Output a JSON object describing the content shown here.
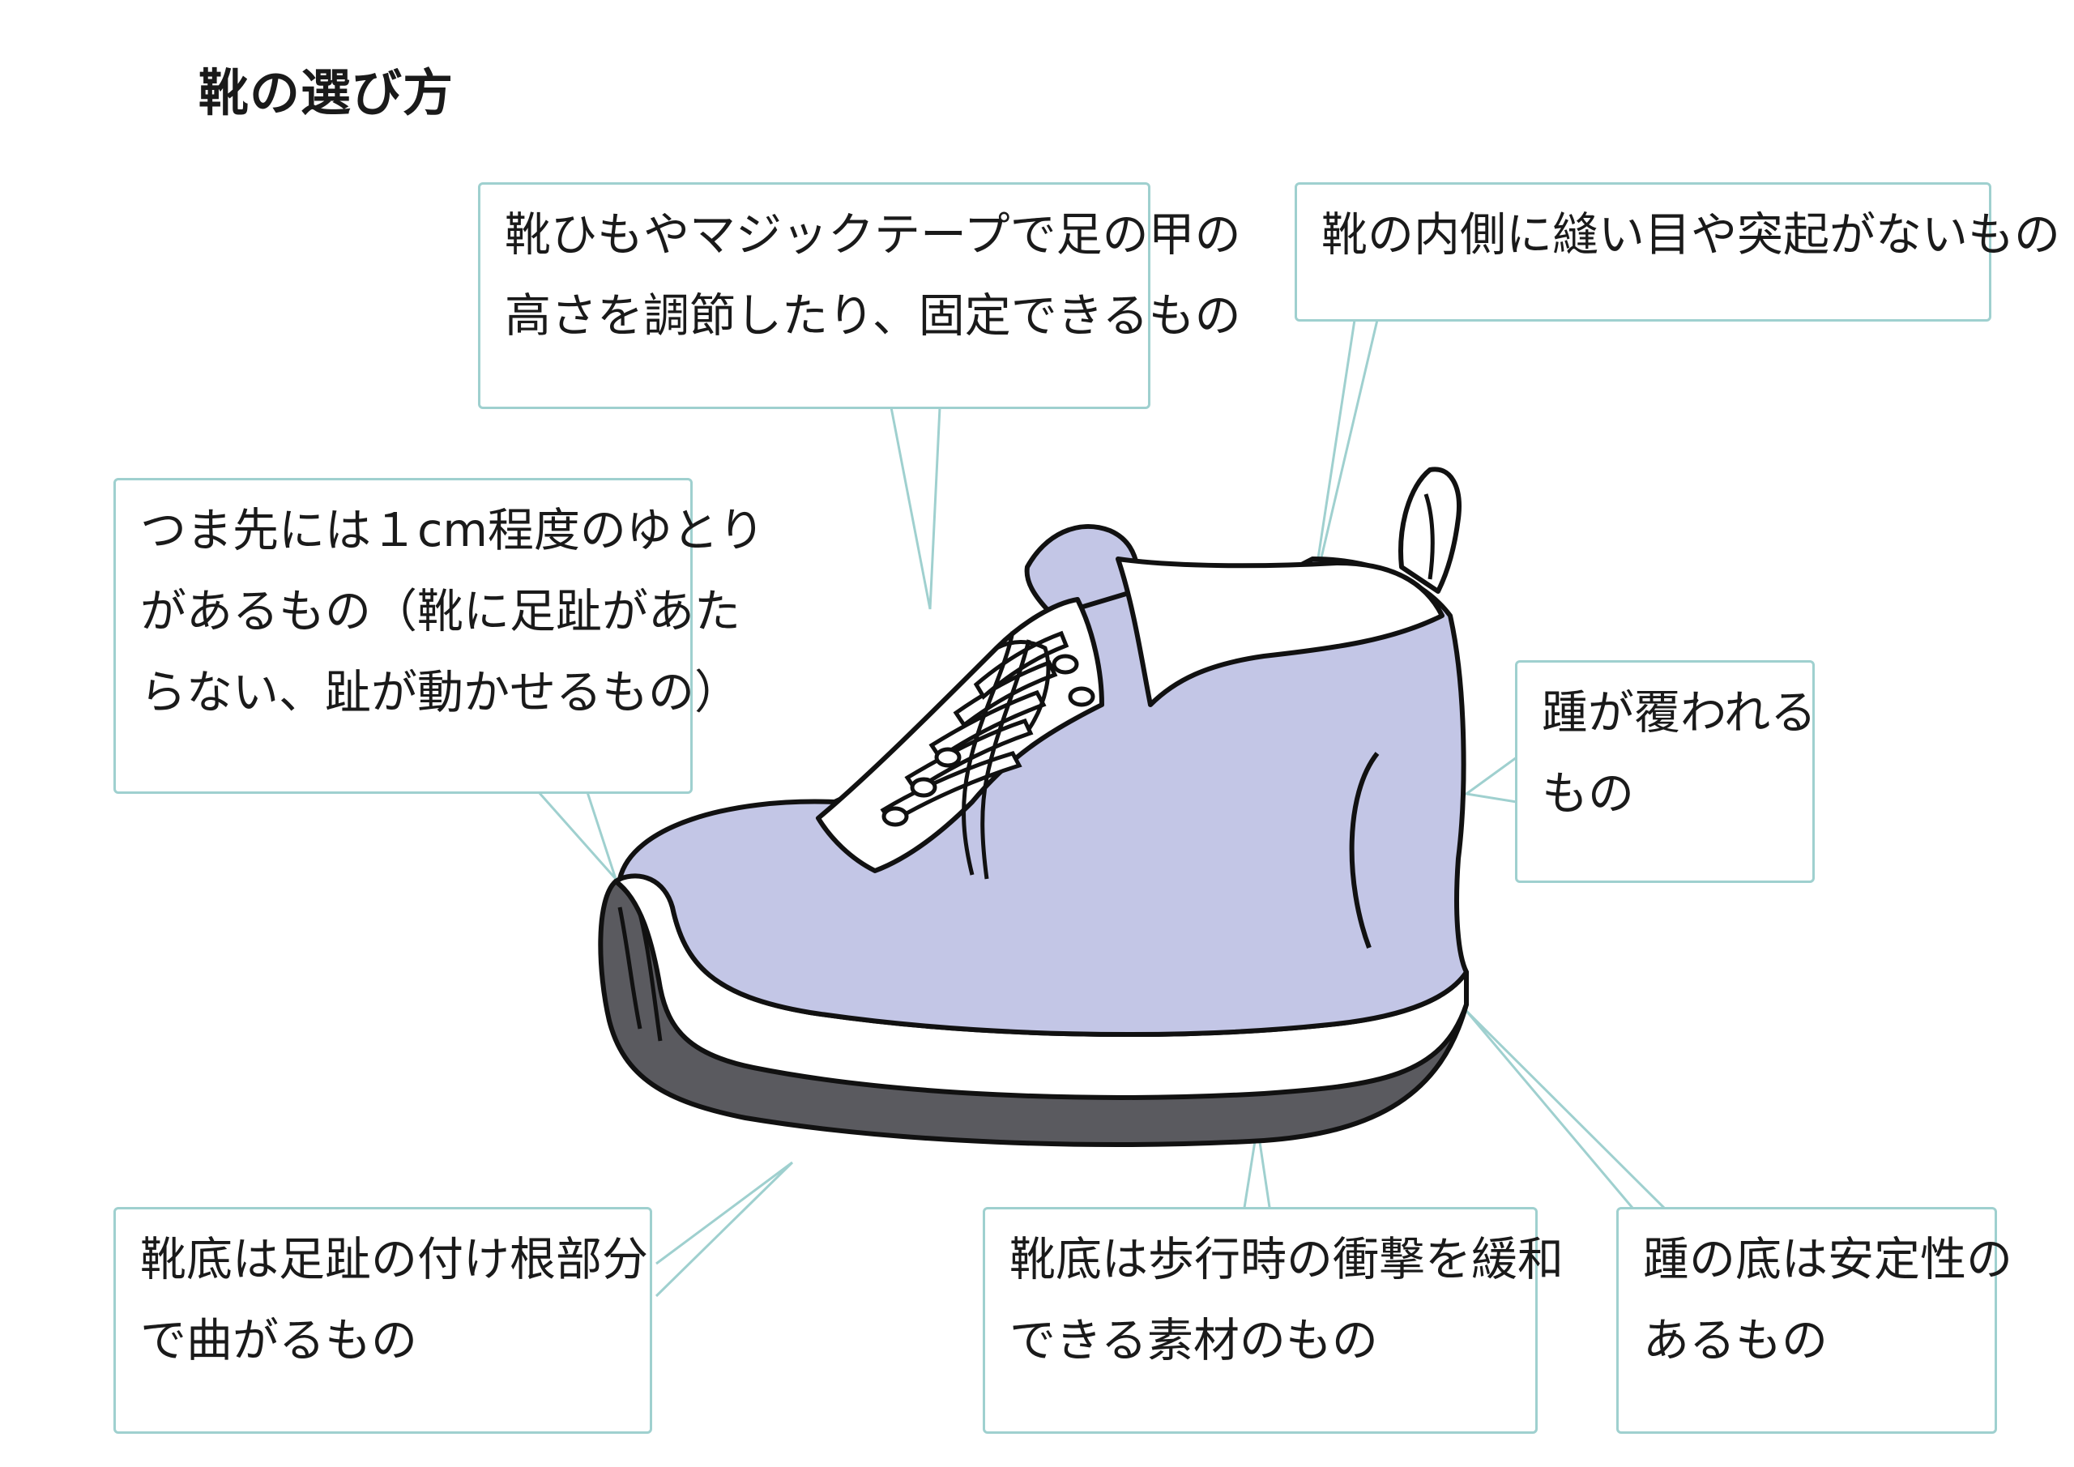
{
  "title": "靴の選び方",
  "callouts": {
    "laces": {
      "lines": [
        "靴ひもやマジックテープで足の甲の",
        "高さを調節したり、固定できるもの"
      ]
    },
    "inside": {
      "lines": [
        "靴の内側に縫い目や突起がないもの"
      ]
    },
    "toe": {
      "lines": [
        "つま先には１cm程度のゆとり",
        "があるもの（靴に足趾があた",
        "らない、趾が動かせるもの）"
      ]
    },
    "heel_cover": {
      "lines": [
        "踵が覆われる",
        "もの"
      ]
    },
    "sole_bend": {
      "lines": [
        "靴底は足趾の付け根部分",
        "で曲がるもの"
      ]
    },
    "sole_material": {
      "lines": [
        "靴底は歩行時の衝撃を緩和",
        "できる素材のもの"
      ]
    },
    "heel_sole": {
      "lines": [
        "踵の底は安定性の",
        "あるもの"
      ]
    }
  },
  "colors": {
    "callout_border": "#9fd0cf",
    "shoe_upper": "#c3c6e6",
    "shoe_white": "#ffffff",
    "shoe_sole": "#5a5a5f",
    "outline": "#111111"
  }
}
